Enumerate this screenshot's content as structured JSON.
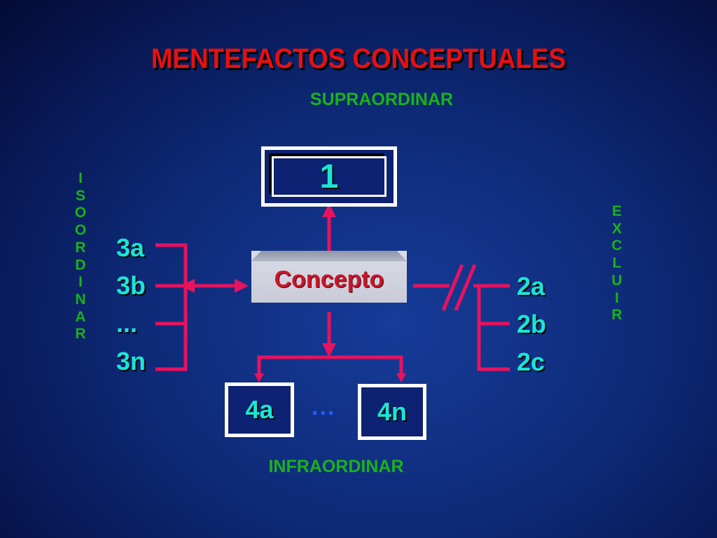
{
  "title": "MENTEFACTOS CONCEPTUALES",
  "labels": {
    "supraordinar": "SUPRAORDINAR",
    "infraordinar": "INFRAORDINAR"
  },
  "isoordinar_letters": [
    "I",
    "S",
    "O",
    "O",
    "R",
    "D",
    "I",
    "N",
    "A",
    "R"
  ],
  "excluir_letters": [
    "E",
    "X",
    "C",
    "L",
    "U",
    "I",
    "R"
  ],
  "central_concept": "Concepto",
  "supra_box": "1",
  "isoordinate_items": [
    "3a",
    "3b",
    "...",
    "3n"
  ],
  "exclusion_items": [
    "2a",
    "2b",
    "2c"
  ],
  "infra_items": [
    "4a",
    "4n"
  ],
  "infra_ellipsis": "...",
  "colors": {
    "title": "#e8100f",
    "labels": "#19b319",
    "items": "#19e6d6",
    "connectors": "#e8125e",
    "concept_text": "#c8162a",
    "background": "#0e2a78"
  }
}
